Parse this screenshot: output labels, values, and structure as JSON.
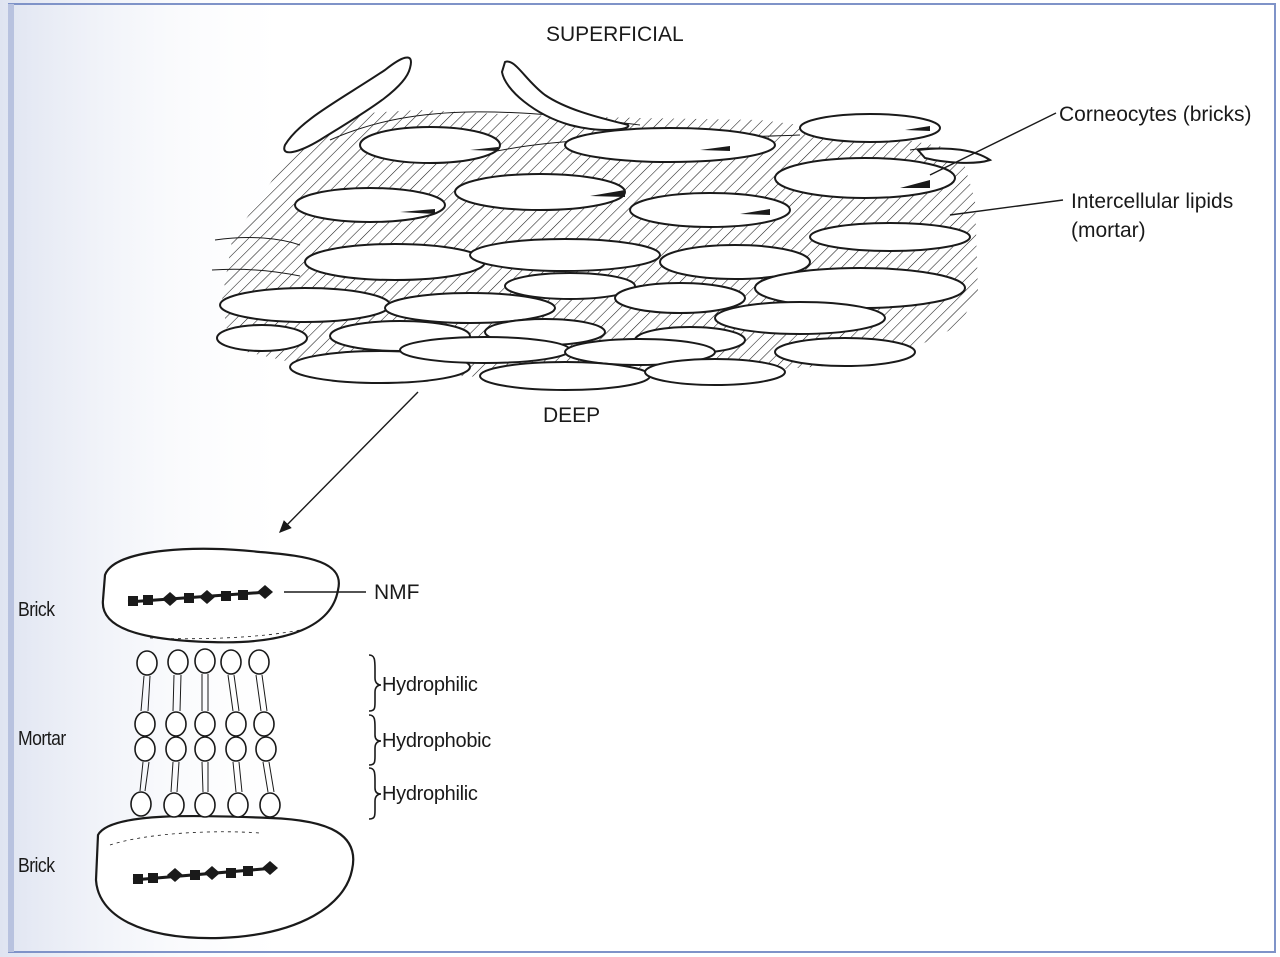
{
  "diagram": {
    "top_label": "SUPERFICIAL",
    "bottom_label": "DEEP",
    "corneocytes_label": "Corneocytes (bricks)",
    "lipids_label_line1": "Intercellular lipids",
    "lipids_label_line2": "(mortar)"
  },
  "detail": {
    "brick_top_label": "Brick",
    "mortar_label": "Mortar",
    "brick_bottom_label": "Brick",
    "nmf_label": "NMF",
    "bracket_labels": [
      "Hydrophilic",
      "Hydrophobic",
      "Hydrophilic"
    ]
  },
  "colors": {
    "ink": "#1a1a1a",
    "paper": "#ffffff",
    "left_margin_tint": "#e7ebf5",
    "frame_blue": "#7f93c8"
  }
}
